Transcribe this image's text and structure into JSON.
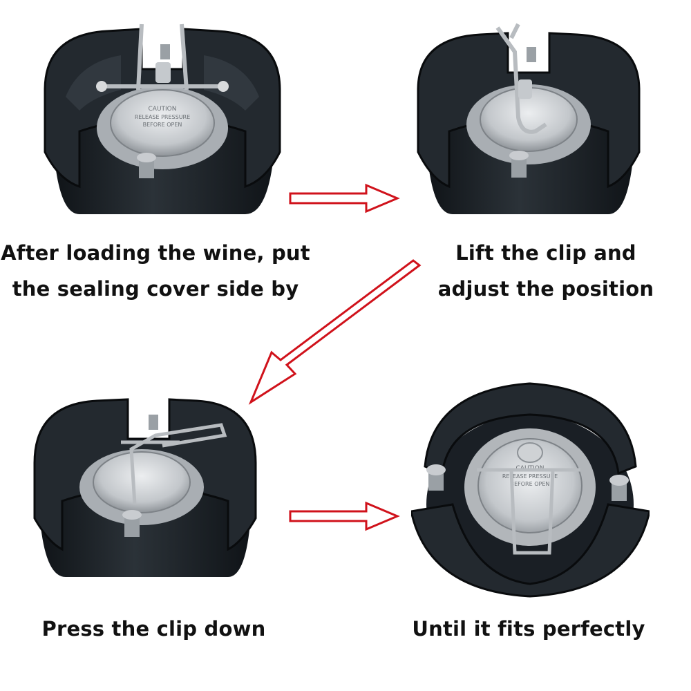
{
  "steps": [
    {
      "caption_line1": "After loading the wine, put",
      "caption_line2": "the sealing cover side by"
    },
    {
      "caption_line1": "Lift the clip and",
      "caption_line2": "adjust the position"
    },
    {
      "caption_line1": "Press the clip down",
      "caption_line2": ""
    },
    {
      "caption_line1": "Until it fits perfectly",
      "caption_line2": ""
    }
  ],
  "lid_text": [
    "CAUTION",
    "RELEASE PRESSURE",
    "BEFORE OPEN"
  ],
  "colors": {
    "arrow": "#d0121b",
    "keg_body": "#1c2127",
    "keg_handle": "#23292f",
    "lid_metal": "#c9ccd0",
    "text": "#111111"
  }
}
